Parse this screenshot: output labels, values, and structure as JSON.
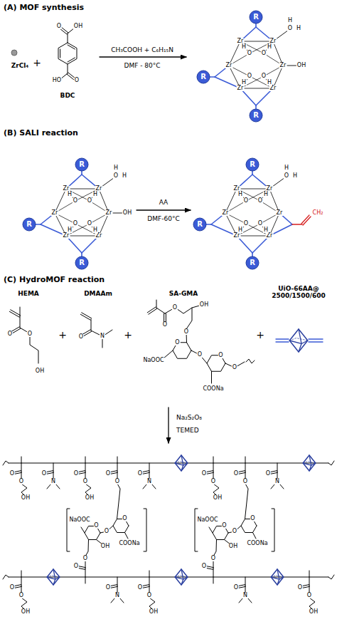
{
  "diagram": {
    "labels": [
      "(A) MOF synthesis",
      "ZrCl₄",
      "+",
      "O",
      "OH",
      "HO",
      "O",
      "BDC",
      "CH₃COOH + C₆H₁₅N",
      "DMF - 80°C",
      "R",
      "R",
      "R",
      "Zr",
      "Zr",
      "Zr",
      "Zr",
      "Zr",
      "Zr",
      "O",
      "H",
      "O",
      "H",
      "O",
      "H",
      "O",
      "H",
      "O",
      "H",
      "H",
      "OH",
      "(B) SALI reaction",
      "R",
      "R",
      "R",
      "Zr",
      "Zr",
      "Zr",
      "Zr",
      "Zr",
      "Zr",
      "O",
      "H",
      "O",
      "H",
      "O",
      "H",
      "O",
      "H",
      "O",
      "H",
      "H",
      "OH",
      "AA",
      "DMF-60°C",
      "R",
      "R",
      "R",
      "Zr",
      "Zr",
      "Zr",
      "Zr",
      "Zr",
      "Zr",
      "O",
      "H",
      "O",
      "H",
      "O",
      "H",
      "O",
      "H",
      "O",
      "H",
      "H",
      "CH₂",
      "(C) HydroMOF reaction",
      "HEMA",
      "DMAAm",
      "SA-GMA",
      "UiO-66AA@ 2500/1500/600",
      "O",
      "O",
      "OH",
      "+",
      "O",
      "N",
      "+",
      "O",
      "O",
      "OH",
      "O",
      "O",
      "NaOOC",
      "O",
      "O",
      "COONa",
      "O",
      "+",
      "Na₂S₂O₈",
      "TEMED",
      "O",
      "O",
      "OH",
      "O",
      "N",
      "O",
      "O",
      "OH",
      "O",
      "O",
      "O",
      "N",
      "O",
      "O",
      "OH",
      "O",
      "O",
      "O",
      "N",
      "O",
      "O",
      "O",
      "NaOOC",
      "COONa",
      "OH",
      "O",
      "O",
      "O",
      "NaOOC",
      "COONa",
      "OH",
      "O",
      "O",
      "OH",
      "O",
      "O",
      "O",
      "N",
      "O",
      "O",
      "OH",
      "O",
      "O",
      "O",
      "N",
      "O",
      "O",
      "OH"
    ]
  }
}
